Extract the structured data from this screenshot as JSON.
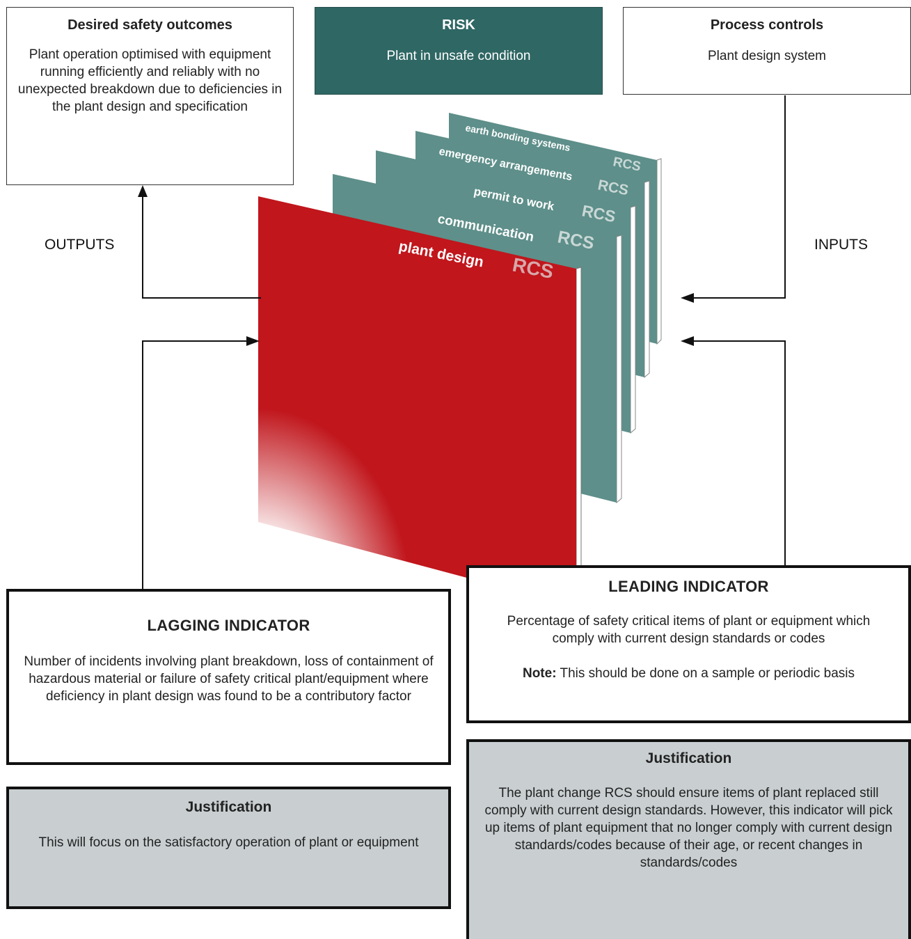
{
  "outcomes_box": {
    "title": "Desired safety outcomes",
    "text": "Plant operation optimised with equipment running efficiently and reliably with no unexpected breakdown due to deficiencies in the plant design and specification"
  },
  "risk_box": {
    "title": "RISK",
    "text": "Plant in unsafe condition"
  },
  "controls_box": {
    "title": "Process controls",
    "text": "Plant design system"
  },
  "labels": {
    "outputs": "OUTPUTS",
    "inputs": "INPUTS"
  },
  "stack": {
    "front": {
      "label": "plant design",
      "tag": "RCS"
    },
    "layers": [
      {
        "label": "communication",
        "tag": "RCS"
      },
      {
        "label": "permit to work",
        "tag": "RCS"
      },
      {
        "label": "emergency arrangements",
        "tag": "RCS"
      },
      {
        "label": "earth bonding systems",
        "tag": "RCS"
      }
    ]
  },
  "lagging": {
    "title": "LAGGING INDICATOR",
    "text": "Number of incidents involving plant breakdown, loss of containment of hazardous material or failure of safety critical plant/equipment where deficiency in plant design was found to be a contributory factor"
  },
  "lagging_justification": {
    "title": "Justification",
    "text": "This will focus on the satisfactory operation of plant or equipment"
  },
  "leading": {
    "title": "LEADING INDICATOR",
    "text": "Percentage of safety critical items of plant or equipment which comply with current design standards or codes",
    "note_label": "Note:",
    "note_text": " This should be done on a sample or periodic basis"
  },
  "leading_justification": {
    "title": "Justification",
    "text": "The plant change RCS should ensure items of plant replaced still comply with current design standards. However, this indicator will pick up items of plant equipment that no longer comply with current design standards/codes because of their age, or recent changes in standards/codes"
  },
  "colors": {
    "teal": "#2f6764",
    "layer": "#5e8f8a",
    "red": "#c0161c",
    "grey": "#c9cfd1"
  }
}
